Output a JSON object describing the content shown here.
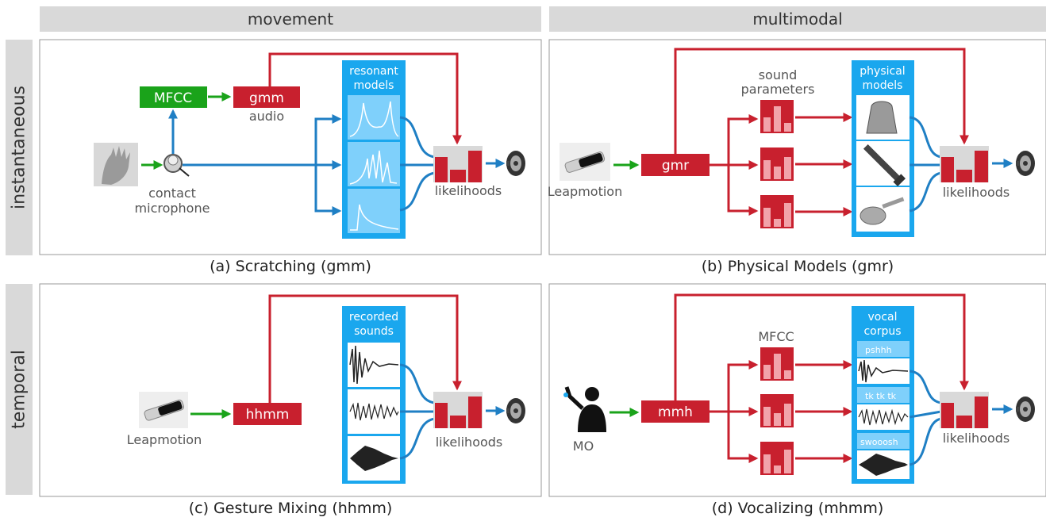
{
  "headers": {
    "col1": "movement",
    "col2": "multimodal",
    "row1": "instantaneous",
    "row2": "temporal"
  },
  "captions": {
    "a": "(a) Scratching (gmm)",
    "b": "(b) Physical Models (gmr)",
    "c": "(c) Gesture Mixing (hhmm)",
    "d": "(d) Vocalizing (mhmm)"
  },
  "panel_a": {
    "mfcc": "MFCC",
    "gmm": "gmm",
    "audio": "audio",
    "contact": "contact",
    "microphone": "microphone",
    "models_line1": "resonant",
    "models_line2": "models",
    "likelihoods": "likelihoods"
  },
  "panel_b": {
    "params_line1": "sound",
    "params_line2": "parameters",
    "models_line1": "physical",
    "models_line2": "models",
    "gmr": "gmr",
    "leap": "Leapmotion",
    "likelihoods": "likelihoods"
  },
  "panel_c": {
    "models_line1": "recorded",
    "models_line2": "sounds",
    "hhmm": "hhmm",
    "leap": "Leapmotion",
    "likelihoods": "likelihoods"
  },
  "panel_d": {
    "mfcc": "MFCC",
    "models_line1": "vocal",
    "models_line2": "corpus",
    "s1": "pshhh",
    "s2": "tk tk tk",
    "s3": "swooosh",
    "mmh": "mmh",
    "mo": "MO",
    "likelihoods": "likelihoods"
  },
  "colors": {
    "red": "#c8202e",
    "blue": "#1f7fc4",
    "green": "#1aa31a",
    "cyan": "#1aa7ee",
    "light": "#7fd0fb"
  }
}
